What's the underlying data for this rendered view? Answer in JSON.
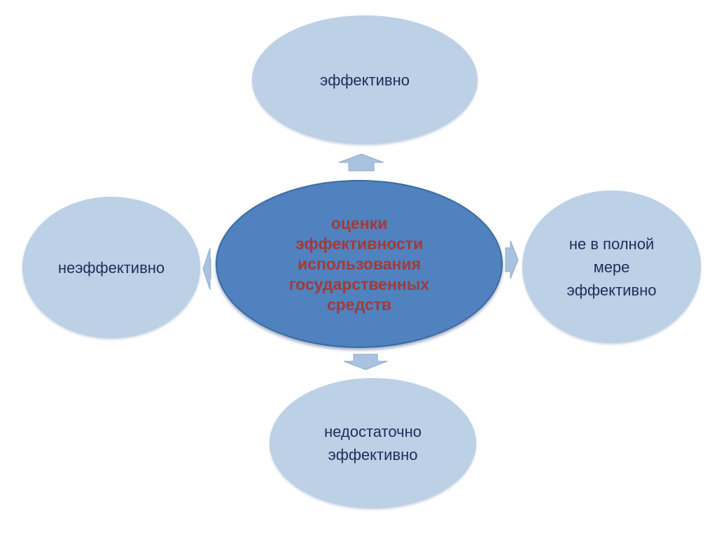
{
  "diagram": {
    "center": {
      "text": "оценки\nэффективности\nиспользования\nгосударственных\nсредств"
    },
    "top": {
      "text": "эффективно"
    },
    "left": {
      "text": "неэффективно"
    },
    "right": {
      "text": "не в полной\nмере\nэффективно"
    },
    "bottom": {
      "text": "недостаточно\nэффективно"
    }
  },
  "colors": {
    "outer_fill": "#bcd0e6",
    "outer_text": "#1f2d5a",
    "center_fill": "#4f82be",
    "center_text": "#a33a3a",
    "arrow_fill": "#a9c2df"
  },
  "icons": [
    "arrow-up-icon",
    "arrow-down-icon",
    "arrow-left-icon",
    "arrow-right-icon"
  ]
}
